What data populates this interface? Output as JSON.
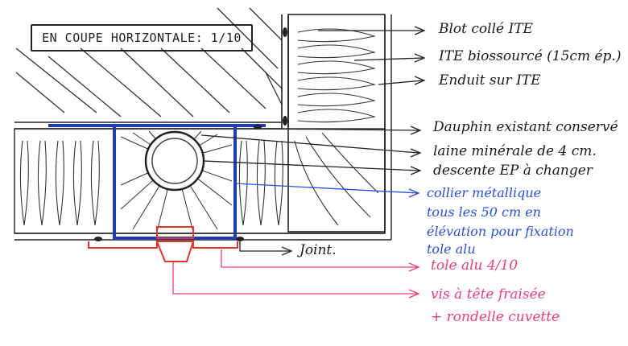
{
  "title": "EN COUPE HORIZONTALE: 1/10",
  "labels": {
    "blot": "Blot collé ITE",
    "ite": "ITE biossourcé (15cm ép.)",
    "enduit": "Enduit sur ITE",
    "dauphin": "Dauphin existant conservé",
    "laine": "laine minérale de 4 cm.",
    "descente": "descente EP à changer",
    "collier_1": "collier métallique",
    "collier_2": "tous les 50 cm en",
    "collier_3": "élévation pour fixation",
    "collier_4": "tole alu",
    "joint": "Joint.",
    "tole": "tole alu 4/10",
    "vis_1": "vis à tête fraisée",
    "vis_2": "+ rondelle cuvette"
  },
  "colors": {
    "ink": "#1a1a1a",
    "blue": "#2b4fd6",
    "pink": "#e8407a",
    "red": "#e0352b"
  }
}
